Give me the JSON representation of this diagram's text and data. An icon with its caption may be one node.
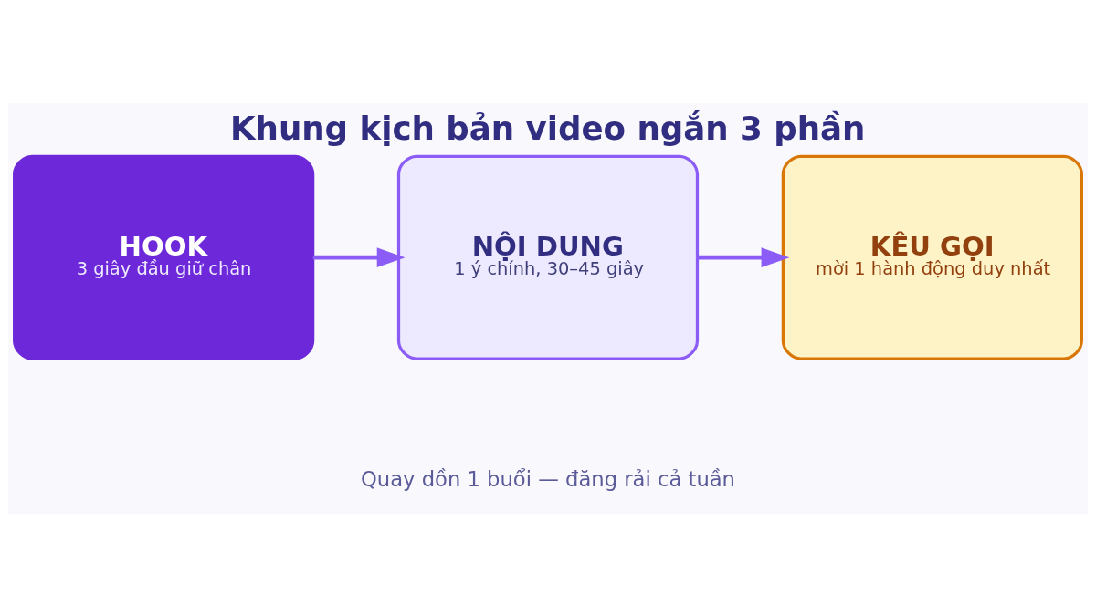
{
  "diagram": {
    "title": "Khung kịch bản video ngắn 3 phần",
    "caption": "Quay dồn 1 buổi — đăng rải cả tuần",
    "nodes": [
      {
        "text": [
          "HOOK",
          "3 giây đầu giữ chân"
        ]
      },
      {
        "text": [
          "NỘI DUNG",
          "1 ý chính, 30–45 giây"
        ]
      },
      {
        "text": [
          "KÊU GỌI",
          "mời 1 hành động duy nhất"
        ]
      }
    ],
    "edges": [
      {
        "from": 0,
        "to": 1,
        "arrow": "to"
      },
      {
        "from": 1,
        "to": 2,
        "arrow": "to"
      }
    ]
  }
}
